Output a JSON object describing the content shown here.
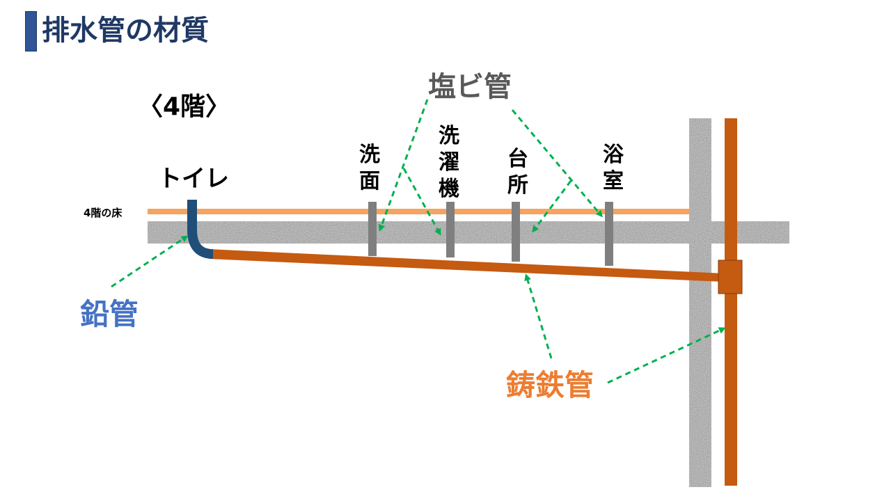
{
  "page": {
    "title": "排水管の材質"
  },
  "diagram": {
    "floor_heading": "〈4階〉",
    "floor_line_label": "4階の床",
    "fixtures": {
      "toilet": "トイレ",
      "washbasin": [
        "洗",
        "面"
      ],
      "washing_machine": [
        "洗",
        "濯",
        "機"
      ],
      "kitchen": [
        "台",
        "所"
      ],
      "bathroom": [
        "浴",
        "室"
      ]
    },
    "materials": {
      "pvc": "塩ビ管",
      "lead": "鉛管",
      "cast_iron": "鋳鉄管"
    },
    "colors": {
      "title": "#1f3864",
      "title_bar": "#2f5597",
      "lead_pipe": "#1f4e79",
      "lead_label": "#4472c4",
      "cast_iron_pipe": "#c55a11",
      "cast_iron_label": "#ed7d31",
      "pvc_pipe": "#7f7f7f",
      "pvc_label": "#595959",
      "floor_line": "#f4a460",
      "arrow": "#00b050",
      "concrete": "#a6a6a6"
    }
  }
}
